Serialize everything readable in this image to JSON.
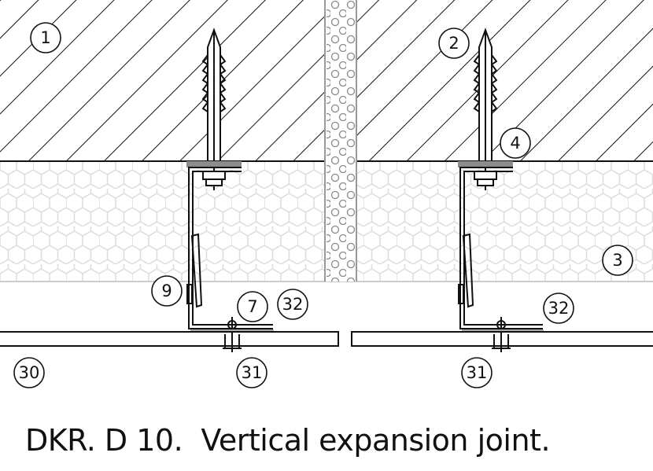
{
  "caption": "DKR. D 10.  Vertical expansion joint.",
  "labels": {
    "l1": "1",
    "l2": "2",
    "l3": "3",
    "l4": "4",
    "l7": "7",
    "l9": "9",
    "l30": "30",
    "l31a": "31",
    "l31b": "31",
    "l32a": "32",
    "l32b": "32"
  },
  "colors": {
    "line": "#111111",
    "insulation": "#d9d9d9",
    "plate": "#8c8c8c"
  }
}
